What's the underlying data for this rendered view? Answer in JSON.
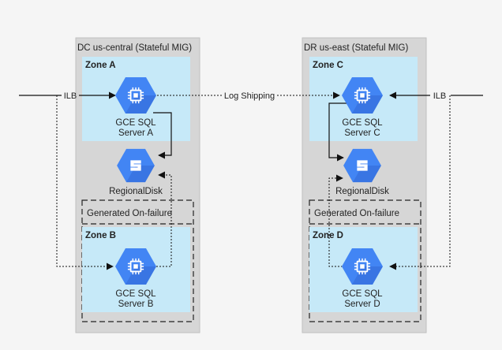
{
  "regions": [
    {
      "id": "dc",
      "label": "DC us-central (Stateful MIG)"
    },
    {
      "id": "dr",
      "label": "DR us-east (Stateful MIG)"
    }
  ],
  "zones": [
    {
      "id": "a",
      "label": "Zone A"
    },
    {
      "id": "b",
      "label": "Zone B"
    },
    {
      "id": "c",
      "label": "Zone C"
    },
    {
      "id": "d",
      "label": "Zone D"
    }
  ],
  "failure_groups": [
    {
      "id": "dc",
      "label": "Generated On-failure"
    },
    {
      "id": "dr",
      "label": "Generated On-failure"
    }
  ],
  "servers": [
    {
      "id": "a",
      "line1": "GCE SQL",
      "line2": "Server A"
    },
    {
      "id": "b",
      "line1": "GCE SQL",
      "line2": "Server B"
    },
    {
      "id": "c",
      "line1": "GCE SQL",
      "line2": "Server C"
    },
    {
      "id": "d",
      "line1": "GCE SQL",
      "line2": "Server D"
    }
  ],
  "disks": [
    {
      "id": "dc",
      "label": "RegionalDisk"
    },
    {
      "id": "dr",
      "label": "RegionalDisk"
    }
  ],
  "edge_labels": {
    "ilb_left": "ILB",
    "ilb_right": "ILB",
    "log_shipping": "Log Shipping"
  },
  "icons": {
    "server": "compute-engine-chip-icon",
    "disk": "regional-disk-icon"
  },
  "colors": {
    "page_bg": "#f5f5f5",
    "region_bg": "#d6d6d6",
    "zone_bg": "#c6e9f8",
    "icon_blue": "#4285f4",
    "icon_dark": "#3367d6",
    "line": "#111111"
  }
}
